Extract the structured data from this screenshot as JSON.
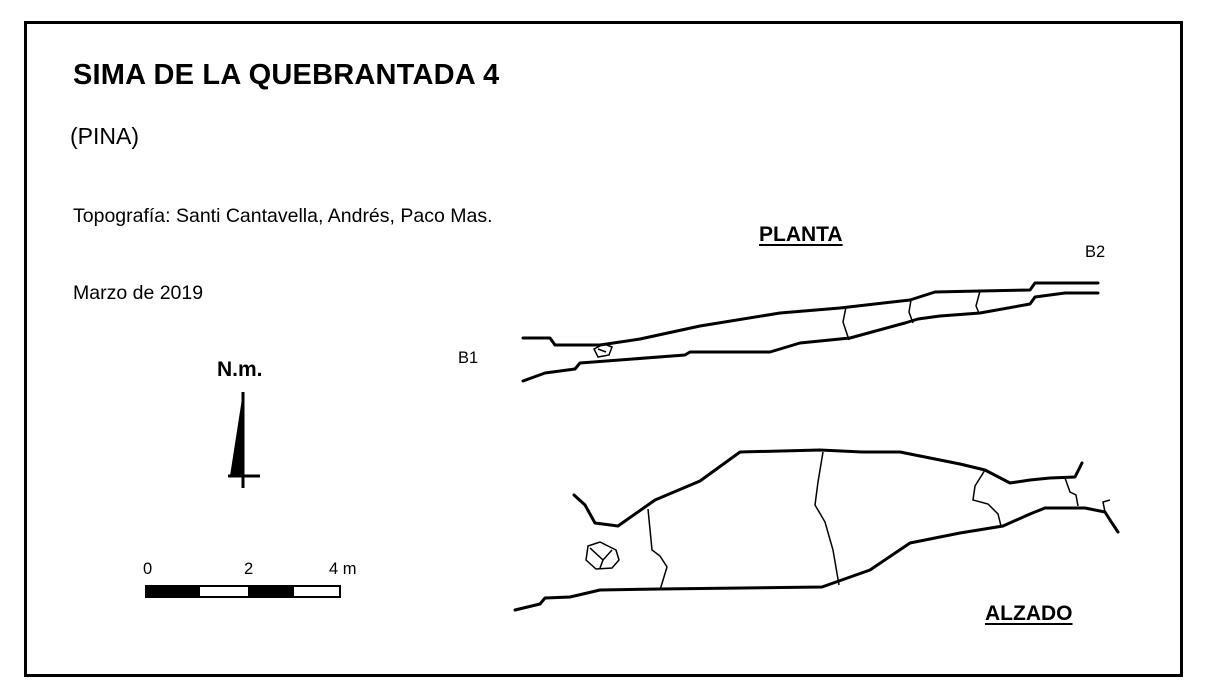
{
  "survey": {
    "title": "SIMA DE LA QUEBRANTADA 4",
    "location": "(PINA)",
    "credits": "Topografía: Santi Cantavella, Andrés, Paco Mas.",
    "date": "Marzo de 2019"
  },
  "views": {
    "plan_label": "PLANTA",
    "elevation_label": "ALZADO"
  },
  "stations": {
    "start": "B1",
    "end": "B2"
  },
  "north": {
    "label": "N.m."
  },
  "scale": {
    "tick_labels": [
      "0",
      "2",
      "4 m"
    ]
  },
  "colors": {
    "ink": "#000000",
    "paper": "#ffffff"
  }
}
